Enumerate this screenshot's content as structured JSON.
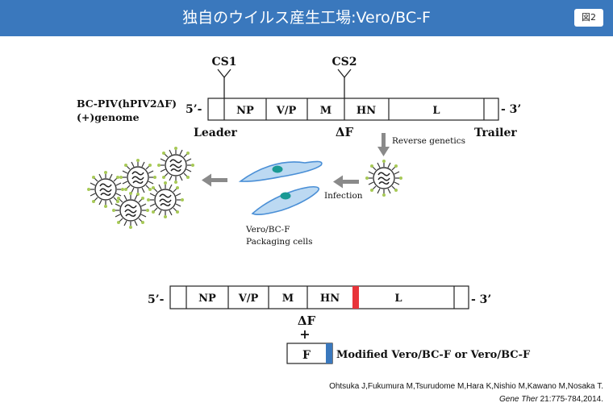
{
  "header": {
    "title": "独自のウイルス産生工場:Vero/BC-F",
    "badge": "図2"
  },
  "genome_top": {
    "name_line1": "BC-PIV(hPIV2ΔF)",
    "name_line2": "(+)genome",
    "five_prime": "5’-",
    "three_prime": "- 3’",
    "segments": [
      "NP",
      "V/P",
      "M",
      "HN",
      "L"
    ],
    "cs1": "CS1",
    "cs2": "CS2",
    "leader": "Leader",
    "delta_f": "ΔF",
    "trailer": "Trailer"
  },
  "process": {
    "reverse_genetics": "Reverse genetics",
    "infection": "Infection",
    "cells_line1": "Vero/BC-F",
    "cells_line2": "Packaging cells"
  },
  "genome_bottom": {
    "five_prime": "5’-",
    "three_prime": "- 3’",
    "segments": [
      "NP",
      "V/P",
      "M",
      "HN",
      "L"
    ],
    "delta_f": "ΔF",
    "plus": "+",
    "f_gene": "F",
    "modified_label": "Modified Vero/BC-F or Vero/BC-F"
  },
  "citation": {
    "line1": "Ohtsuka J,Fukumura M,Tsurudome M,Hara K,Nishio M,Kawano M,Nosaka T.",
    "journal": "Gene Ther",
    "details": " 21:775-784,2014."
  },
  "colors": {
    "header_bg": "#3a78bd",
    "arrow": "#8a8a8a",
    "cell_fill": "#bcd9f2",
    "cell_stroke": "#4a8fd6",
    "nucleus": "#1a9a94",
    "red_marker": "#e8343a",
    "blue_marker": "#3a78bd",
    "spike_tip": "#a7c957"
  }
}
